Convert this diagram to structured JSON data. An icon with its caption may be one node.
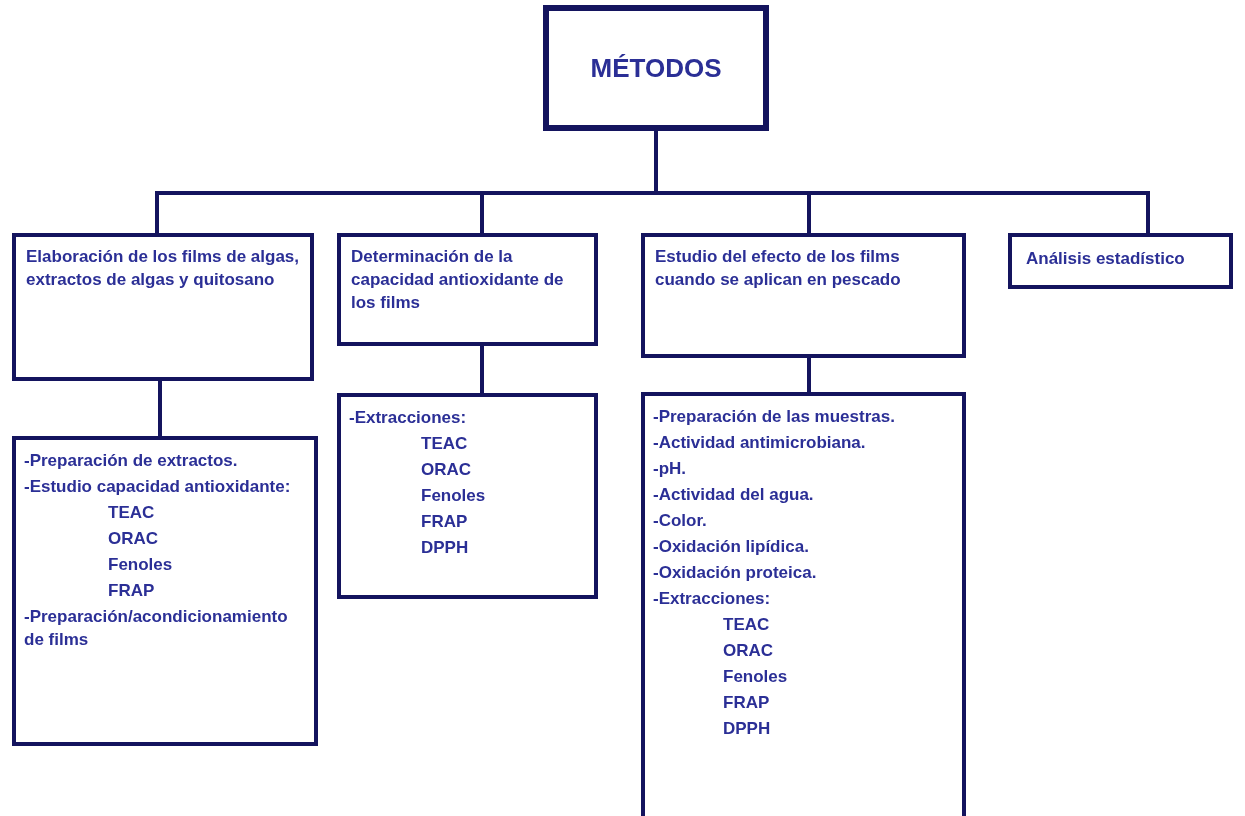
{
  "diagram": {
    "nodes": [
      {
        "text": [
          "MÉTODOS"
        ]
      },
      {
        "text": [
          "Elaboración de los films de algas, extractos de algas y quitosano"
        ]
      },
      {
        "text": [
          "Determinación de la capacidad antioxidante de los films"
        ]
      },
      {
        "text": [
          "Estudio del efecto de los films cuando se aplican en pescado"
        ]
      },
      {
        "text": [
          "Análisis estadístico"
        ]
      },
      {
        "text": [
          "-Preparación de extractos.",
          "-Estudio capacidad antioxidante:",
          "TEAC",
          "ORAC",
          "Fenoles",
          "FRAP",
          "-Preparación/acondicionamiento de films"
        ]
      },
      {
        "text": [
          "-Extracciones:",
          "TEAC",
          "ORAC",
          "Fenoles",
          "FRAP",
          "DPPH"
        ]
      },
      {
        "text": [
          "-Preparación de las muestras.",
          "-Actividad antimicrobiana.",
          "-pH.",
          "-Actividad del agua.",
          "-Color.",
          "-Oxidación lipídica.",
          "-Oxidación proteica.",
          "-Extracciones:",
          "TEAC",
          "ORAC",
          "Fenoles",
          "FRAP",
          "DPPH"
        ]
      }
    ],
    "edges": [
      {
        "from": 0,
        "to": 1,
        "arrow": "none"
      },
      {
        "from": 0,
        "to": 2,
        "arrow": "none"
      },
      {
        "from": 0,
        "to": 3,
        "arrow": "none"
      },
      {
        "from": 0,
        "to": 4,
        "arrow": "none"
      },
      {
        "from": 1,
        "to": 5,
        "arrow": "none"
      },
      {
        "from": 2,
        "to": 6,
        "arrow": "none"
      },
      {
        "from": 3,
        "to": 7,
        "arrow": "none"
      }
    ]
  }
}
